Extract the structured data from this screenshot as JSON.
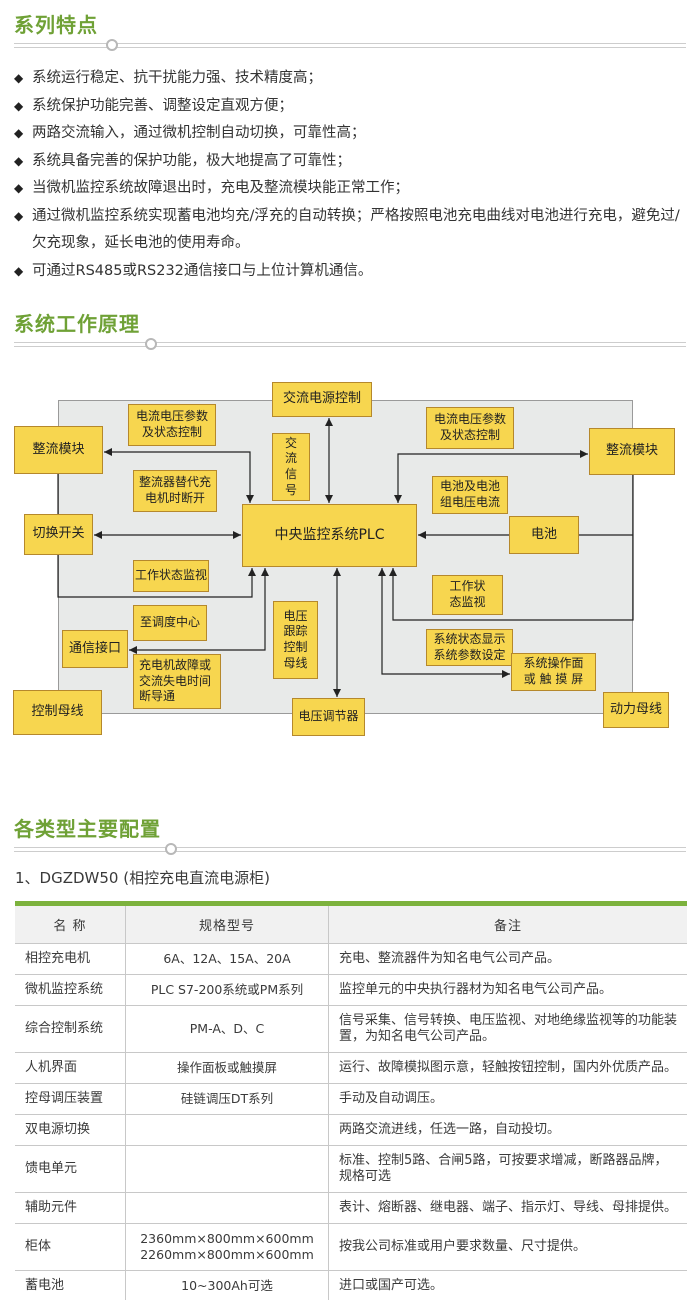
{
  "colors": {
    "accent_green": "#6FA136",
    "table_bar_green": "#7CB23D",
    "box_yellow": "#F7D64F",
    "box_border": "#B5882C",
    "diagram_bg": "#E8EAE9"
  },
  "sections": {
    "features": {
      "title": "系列特点",
      "bullet": "◆",
      "items": [
        "系统运行稳定、抗干扰能力强、技术精度高；",
        "系统保护功能完善、调整设定直观方便；",
        "两路交流输入，通过微机控制自动切换，可靠性高；",
        "系统具备完善的保护功能，极大地提高了可靠性；",
        "当微机监控系统故障退出时，充电及整流模块能正常工作；",
        "通过微机监控系统实现蓄电池均充/浮充的自动转换；严格按照电池充电曲线对电池进行充电，避免过/欠充现象，延长电池的使用寿命。",
        "可通过RS485或RS232通信接口与上位计算机通信。"
      ]
    },
    "principle": {
      "title": "系统工作原理"
    },
    "config": {
      "title": "各类型主要配置",
      "subtitle": "1、DGZDW50 (相控充电直流电源柜)"
    }
  },
  "diagram": {
    "boxes": {
      "ac_power": "交流电源控制",
      "param_left": "电流电压参数\n及状态控制",
      "rect_left": "整流模块",
      "ac_signal": "交\n流\n信\n号",
      "param_right": "电流电压参数\n及状态控制",
      "rect_right": "整流模块",
      "replace": "整流器替代充\n电机时断开",
      "bat_v": "电池及电池\n组电压电流",
      "switch": "切换开关",
      "plc": "中央监控系统PLC",
      "battery": "电池",
      "ws_left": "工作状态监视",
      "ws_right": "工作状\n态监视",
      "dispatch": "至调度中心",
      "v_track": "电压\n跟踪\n控制\n母线",
      "comm": "通信接口",
      "fault": "充电机故障或\n交流失电时间\n断导通",
      "sys_status": "系统状态显示\n系统参数设定",
      "sys_panel": "系统操作面\n或 触 摸 屏",
      "ctrl_bus": "控制母线",
      "v_reg": "电压调节器",
      "power_bus": "动力母线"
    }
  },
  "table": {
    "headers": [
      "名 称",
      "规格型号",
      "备注"
    ],
    "rows": [
      {
        "name": "相控充电机",
        "spec": "6A、12A、15A、20A",
        "remark": "充电、整流器件为知名电气公司产品。"
      },
      {
        "name": "微机监控系统",
        "spec": "PLC S7-200系统或PM系列",
        "remark": "监控单元的中央执行器材为知名电气公司产品。"
      },
      {
        "name": "综合控制系统",
        "spec": "PM-A、D、C",
        "remark": "信号采集、信号转换、电压监视、对地绝缘监视等的功能装置，为知名电气公司产品。"
      },
      {
        "name": "人机界面",
        "spec": "操作面板或触摸屏",
        "remark": "运行、故障模拟图示意，轻触按钮控制，国内外优质产品。"
      },
      {
        "name": "控母调压装置",
        "spec": "硅链调压DT系列",
        "remark": "手动及自动调压。"
      },
      {
        "name": "双电源切换",
        "spec": "",
        "remark": "两路交流进线，任选一路，自动投切。"
      },
      {
        "name": "馈电单元",
        "spec": "",
        "remark": "标准、控制5路、合闸5路，可按要求增减，断路器品牌，规格可选"
      },
      {
        "name": "辅助元件",
        "spec": "",
        "remark": "表计、熔断器、继电器、端子、指示灯、导线、母排提供。"
      },
      {
        "name": "柜体",
        "spec": "2360mm×800mm×600mm\n2260mm×800mm×600mm",
        "remark": "按我公司标准或用户要求数量、尺寸提供。"
      },
      {
        "name": "蓄电池",
        "spec": "10~300Ah可选",
        "remark": "进口或国产可选。"
      }
    ]
  }
}
